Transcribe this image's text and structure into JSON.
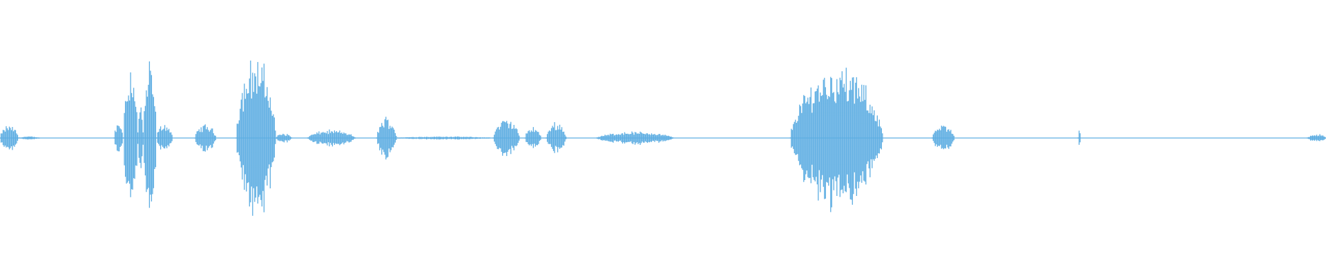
{
  "waveform": {
    "color": "#5DADE2",
    "background": "#FFFFFF",
    "baseline_level": 0.006,
    "segments": [
      {
        "start": 0.0,
        "end": 0.014,
        "peak": 0.16
      },
      {
        "start": 0.014,
        "end": 0.03,
        "peak": 0.02
      },
      {
        "start": 0.086,
        "end": 0.093,
        "peak": 0.2
      },
      {
        "start": 0.093,
        "end": 0.104,
        "peak": 0.92
      },
      {
        "start": 0.104,
        "end": 0.108,
        "peak": 0.45
      },
      {
        "start": 0.108,
        "end": 0.118,
        "peak": 0.92
      },
      {
        "start": 0.118,
        "end": 0.13,
        "peak": 0.18
      },
      {
        "start": 0.147,
        "end": 0.163,
        "peak": 0.17
      },
      {
        "start": 0.178,
        "end": 0.208,
        "peak": 1.0
      },
      {
        "start": 0.208,
        "end": 0.22,
        "peak": 0.06
      },
      {
        "start": 0.232,
        "end": 0.268,
        "peak": 0.1
      },
      {
        "start": 0.284,
        "end": 0.299,
        "peak": 0.26
      },
      {
        "start": 0.299,
        "end": 0.37,
        "peak": 0.02
      },
      {
        "start": 0.372,
        "end": 0.392,
        "peak": 0.24
      },
      {
        "start": 0.396,
        "end": 0.408,
        "peak": 0.14
      },
      {
        "start": 0.412,
        "end": 0.427,
        "peak": 0.2
      },
      {
        "start": 0.45,
        "end": 0.508,
        "peak": 0.08
      },
      {
        "start": 0.596,
        "end": 0.666,
        "peak": 0.88
      },
      {
        "start": 0.703,
        "end": 0.72,
        "peak": 0.16
      },
      {
        "start": 0.813,
        "end": 0.815,
        "peak": 0.15
      },
      {
        "start": 0.986,
        "end": 1.0,
        "peak": 0.05
      }
    ]
  }
}
